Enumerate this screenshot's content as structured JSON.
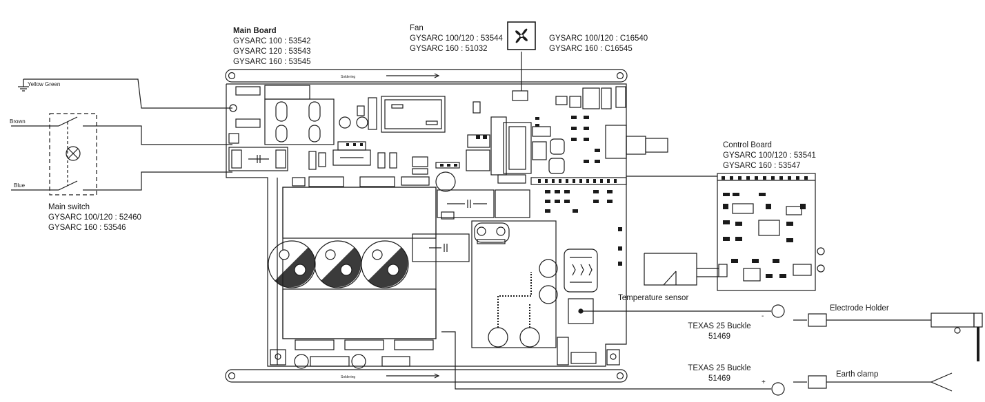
{
  "main_board": {
    "title": "Main Board",
    "refs": [
      "GYSARC 100 : 53542",
      "GYSARC 120 : 53543",
      "GYSARC 160 : 53545"
    ]
  },
  "fan": {
    "title": "Fan",
    "refs": [
      "GYSARC 100/120 : 53544",
      "GYSARC 160 : 51032"
    ],
    "cap_refs": [
      "GYSARC 100/120 : C16540",
      "GYSARC 160 : C16545"
    ]
  },
  "control_board": {
    "title": "Control Board",
    "refs": [
      "GYSARC 100/120 : 53541",
      "GYSARC 160 : 53547"
    ]
  },
  "main_switch": {
    "title": "Main switch",
    "refs": [
      "GYSARC 100/120 : 52460",
      "GYSARC 160 : 53546"
    ]
  },
  "wires": {
    "yellow_green": "Yellow Green",
    "brown": "Brown",
    "blue": "Blue"
  },
  "board_marking": "Soldering",
  "temperature_sensor": "Temperature sensor",
  "buckle_minus": {
    "name": "TEXAS 25 Buckle",
    "ref": "51469",
    "polarity": "-"
  },
  "buckle_plus": {
    "name": "TEXAS 25 Buckle",
    "ref": "51469",
    "polarity": "+"
  },
  "electrode_holder": "Electrode Holder",
  "earth_clamp": "Earth clamp"
}
